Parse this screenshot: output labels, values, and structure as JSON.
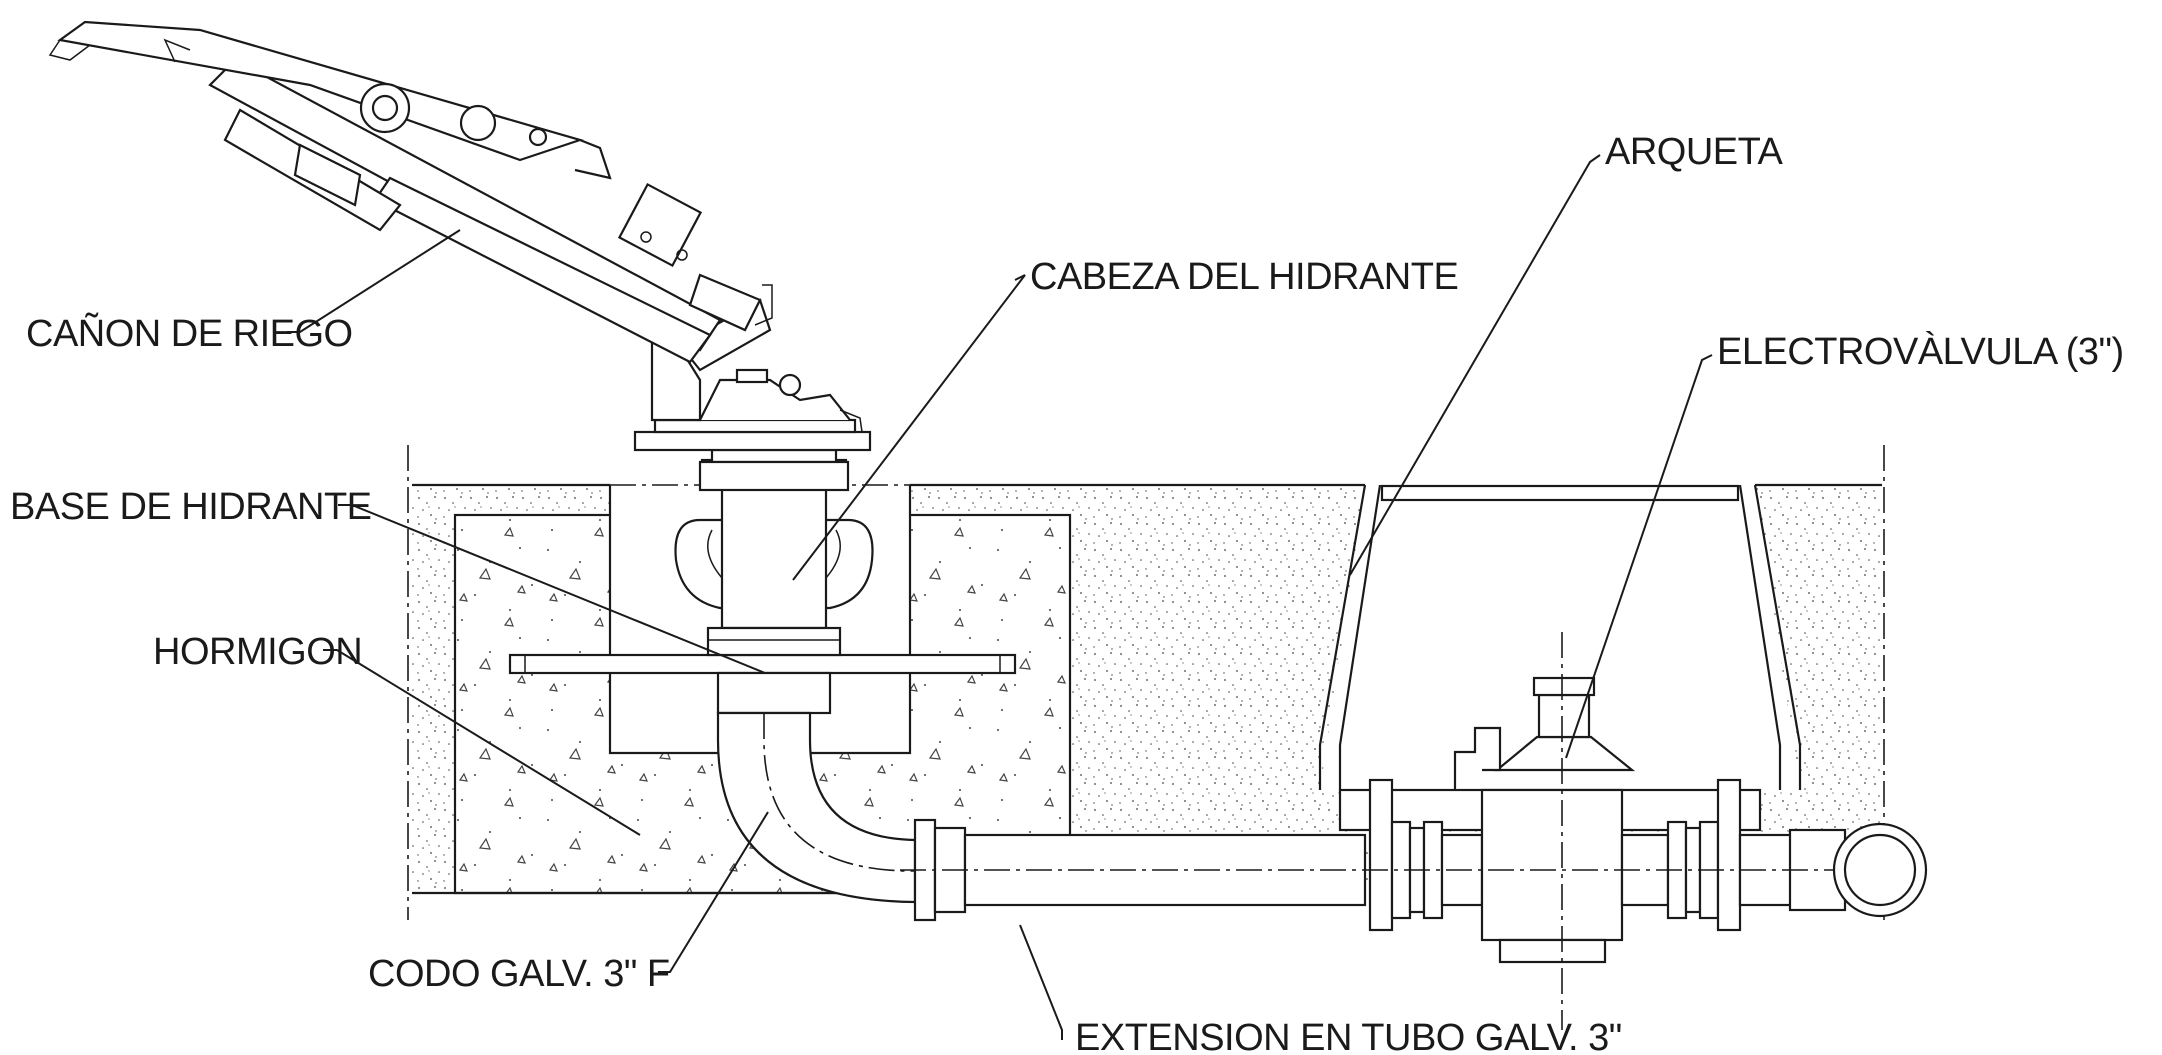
{
  "labels": {
    "canon": "CAÑON DE RIEGO",
    "cabeza": "CABEZA DEL HIDRANTE",
    "arqueta": "ARQUETA",
    "electrovalvula": "ELECTROVÀLVULA (3\")",
    "base": "BASE DE HIDRANTE",
    "hormigon": "HORMIGON",
    "codo": "CODO GALV. 3\" F",
    "extension": "EXTENSION EN TUBO GALV. 3\""
  }
}
